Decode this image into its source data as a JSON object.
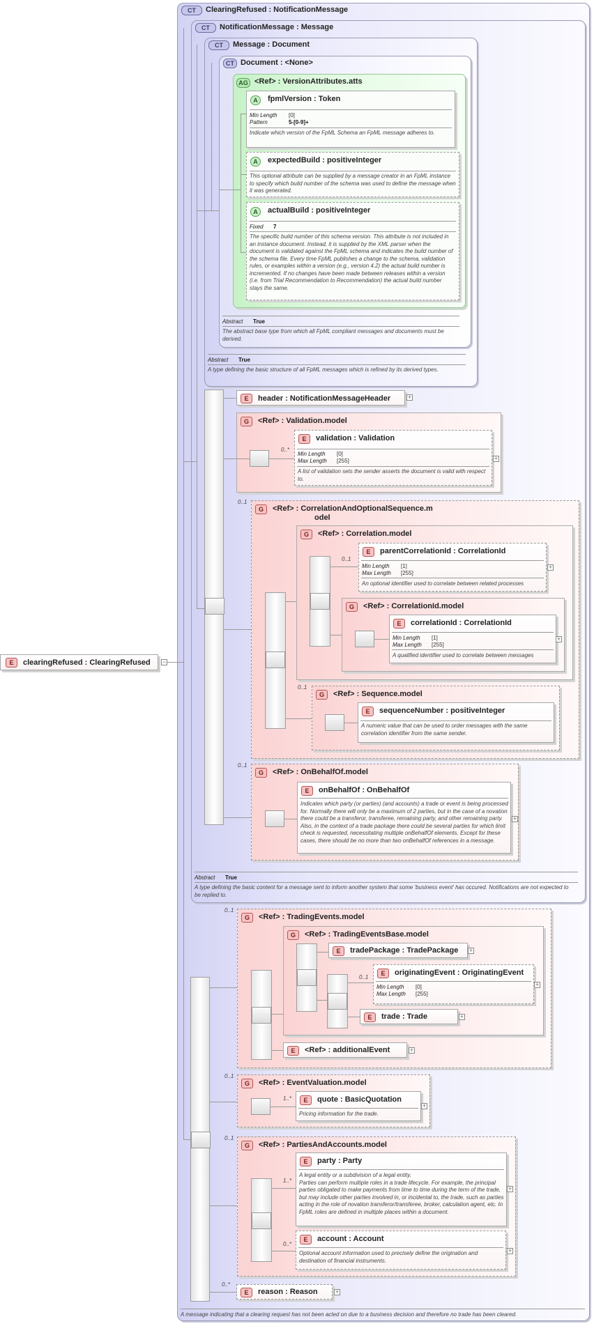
{
  "root": {
    "badge": "E",
    "title": "clearingRefused : ClearingRefused"
  },
  "ct_clearing": {
    "badge": "CT",
    "title": "ClearingRefused : NotificationMessage",
    "doc": "A message indicating that a clearing request has not been acted on due to a business decision and therefore no trade has been cleared."
  },
  "ct_notification": {
    "badge": "CT",
    "title": "NotificationMessage : Message",
    "abstract_label": "Abstract",
    "abstract_value": "True",
    "doc": "A type defining the basic content for a message sent to inform another system that some 'business event' has occured. Notifications are not expected to be replied to."
  },
  "ct_message": {
    "badge": "CT",
    "title": "Message : Document",
    "abstract_label": "Abstract",
    "abstract_value": "True",
    "doc": "A type defining the basic structure of all FpML messages which is refined by its derived types."
  },
  "ct_document": {
    "badge": "CT",
    "title": "Document : <None>",
    "abstract_label": "Abstract",
    "abstract_value": "True",
    "doc": "The abstract base type from which all FpML compliant messages and documents must be derived."
  },
  "ag_version": {
    "badge": "AG",
    "title": "<Ref>      : VersionAttributes.atts"
  },
  "attr_fpml": {
    "badge": "A",
    "title": "fpmlVersion  : Token",
    "p1": "Min Length",
    "v1": "[0]",
    "p2": "Pattern",
    "v2": "5-[0-9]+",
    "doc": "Indicate which version of the FpML Schema an FpML message adheres to."
  },
  "attr_expected": {
    "badge": "A",
    "title": "expectedBuild  : positiveInteger",
    "doc": "This optional attribute can be supplied by a message creator in an FpML instance to specify which build number of the schema was used to define the message when it was generated."
  },
  "attr_actual": {
    "badge": "A",
    "title": "actualBuild  : positiveInteger",
    "p1": "Fixed",
    "v1": "7",
    "doc": "The specific build number of this schema version. This attribute is not included in an instance document. Instead, it is supplied by the XML parser when the document is validated against the FpML schema and indicates the build number of the schema file. Every time FpML publishes a change to the schema, validation rules, or examples within a version (e.g., version 4.2) the actual build number is incremented. If no changes have been made between releases within a version (i.e. from Trial Recommendation to Recommendation) the actual build number stays the same."
  },
  "el_header": {
    "badge": "E",
    "title": "header    : NotificationMessageHeader"
  },
  "grp_validation": {
    "badge": "G",
    "title": "<Ref>      : Validation.model"
  },
  "el_validation": {
    "badge": "E",
    "title": "validation  : Validation",
    "occ": "0..*",
    "p1": "Min Length",
    "v1": "[0]",
    "p2": "Max Length",
    "v2": "[255]",
    "doc": "A list of validation sets the sender asserts the document is valid with respect to."
  },
  "grp_correlation_opt": {
    "badge": "G",
    "title1": "<Ref>      : CorrelationAndOptionalSequence.m",
    "title2": "odel",
    "occ": "0..1"
  },
  "grp_correlation": {
    "badge": "G",
    "title": "<Ref>      : Correlation.model"
  },
  "el_parent": {
    "badge": "E",
    "title": "parentCorrelationId  : CorrelationId",
    "occ": "0..1",
    "p1": "Min Length",
    "v1": "[1]",
    "p2": "Max Length",
    "v2": "[255]",
    "doc": "An optional identifier used to correlate between related processes"
  },
  "grp_correlationid": {
    "badge": "G",
    "title": "<Ref>      : CorrelationId.model"
  },
  "el_correlationid": {
    "badge": "E",
    "title": "correlationId  : CorrelationId",
    "p1": "Min Length",
    "v1": "[1]",
    "p2": "Max Length",
    "v2": "[255]",
    "doc": "A qualified identifier used to correlate between messages"
  },
  "grp_sequence": {
    "badge": "G",
    "title": "<Ref>      : Sequence.model",
    "occ": "0..1"
  },
  "el_sequence": {
    "badge": "E",
    "title": "sequenceNumber  : positiveInteger",
    "doc": "A numeric value that can be used to order messages with the same correlation identifier from the same sender."
  },
  "grp_onbehalf": {
    "badge": "G",
    "title": "<Ref>      : OnBehalfOf.model",
    "occ": "0..1"
  },
  "el_onbehalf": {
    "badge": "E",
    "title": "onBehalfOf  : OnBehalfOf",
    "doc": "Indicates which party (or parties) (and accounts) a trade or event is being processed for. Normally there will only be a maximum of 2 parties, but in the case of a novation there could be a transferor, transferee, remaining party, and other remaining party. Also, in the context of a trade package there could be several parties for which limit check is requested, necessitating multiple onBehalfOf elements. Except for these cases, there should be no more than two onBehalfOf references in a message."
  },
  "grp_trading": {
    "badge": "G",
    "title": "<Ref>      : TradingEvents.model",
    "occ": "0..1"
  },
  "grp_tradingbase": {
    "badge": "G",
    "title": "<Ref>      : TradingEventsBase.model"
  },
  "el_tradepackage": {
    "badge": "E",
    "title": "tradePackage  : TradePackage"
  },
  "el_originating": {
    "badge": "E",
    "title": "originatingEvent  : OriginatingEvent",
    "occ": "0..1",
    "p1": "Min Length",
    "v1": "[0]",
    "p2": "Max Length",
    "v2": "[255]"
  },
  "el_trade": {
    "badge": "E",
    "title": "trade      : Trade"
  },
  "el_additional": {
    "badge": "E",
    "title": "<Ref>      : additionalEvent"
  },
  "grp_valuation": {
    "badge": "G",
    "title": "<Ref>      : EventValuation.model",
    "occ": "0..1"
  },
  "el_quote": {
    "badge": "E",
    "title": "quote      : BasicQuotation",
    "occ": "1..*",
    "doc": "Pricing information for the trade."
  },
  "grp_parties": {
    "badge": "G",
    "title": "<Ref>      : PartiesAndAccounts.model",
    "occ": "0..1"
  },
  "el_party": {
    "badge": "E",
    "title": "party      : Party",
    "occ": "1..*",
    "doc": "A legal entity or a subdivision of a legal entity.\nParties can perform multiple roles in a trade lifecycle. For example, the principal parties obligated to make payments from time to time during the term of the trade, but may include other parties involved in, or incidental to, the trade, such as parties acting in the role of novation transferor/transferee, broker, calculation agent, etc. In FpML roles are defined in multiple places within a document."
  },
  "el_account": {
    "badge": "E",
    "title": "account   : Account",
    "occ": "0..*",
    "doc": "Optional account information used to precisely define the origination and destination of financial instruments."
  },
  "el_reason": {
    "badge": "E",
    "title": "reason    : Reason",
    "occ": "0..*"
  }
}
